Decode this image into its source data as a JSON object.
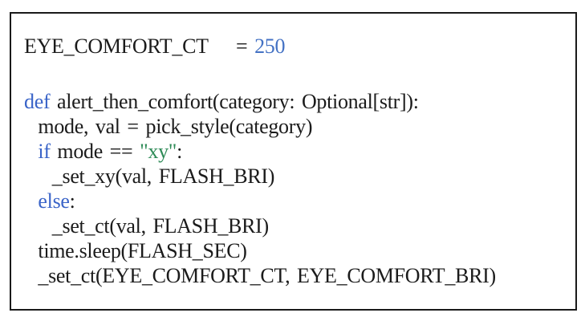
{
  "page": {
    "background": "#ffffff"
  },
  "frame": {
    "border_color": "#1a1a1a",
    "background": "#ffffff"
  },
  "colors": {
    "plain": "#1b1b1b",
    "keyword": "#3a64c8",
    "number": "#4472c4",
    "string": "#2e8b57"
  },
  "code": {
    "language": "python",
    "lines": [
      {
        "tokens": [
          {
            "t": "EYE_COMFORT_CT    = ",
            "y": "plain"
          },
          {
            "t": "250",
            "y": "number"
          }
        ]
      },
      {
        "blank": true,
        "tokens": []
      },
      {
        "tokens": [
          {
            "t": "def",
            "y": "keyword"
          },
          {
            "t": " alert_then_comfort(category: Optional[str]):",
            "y": "plain"
          }
        ]
      },
      {
        "tokens": [
          {
            "t": "  mode, val = pick_style(category)",
            "y": "plain"
          }
        ]
      },
      {
        "tokens": [
          {
            "t": "  ",
            "y": "plain"
          },
          {
            "t": "if",
            "y": "keyword"
          },
          {
            "t": " mode == ",
            "y": "plain"
          },
          {
            "t": "\"xy\"",
            "y": "string"
          },
          {
            "t": ":",
            "y": "plain"
          }
        ]
      },
      {
        "tokens": [
          {
            "t": "    _set_xy(val, FLASH_BRI)",
            "y": "plain"
          }
        ]
      },
      {
        "tokens": [
          {
            "t": "  ",
            "y": "plain"
          },
          {
            "t": "else",
            "y": "keyword"
          },
          {
            "t": ":",
            "y": "plain"
          }
        ]
      },
      {
        "tokens": [
          {
            "t": "    _set_ct(val, FLASH_BRI)",
            "y": "plain"
          }
        ]
      },
      {
        "tokens": [
          {
            "t": "  time.sleep(FLASH_SEC)",
            "y": "plain"
          }
        ]
      },
      {
        "tokens": [
          {
            "t": "  _set_ct(EYE_COMFORT_CT, EYE_COMFORT_BRI)",
            "y": "plain"
          }
        ]
      }
    ]
  }
}
